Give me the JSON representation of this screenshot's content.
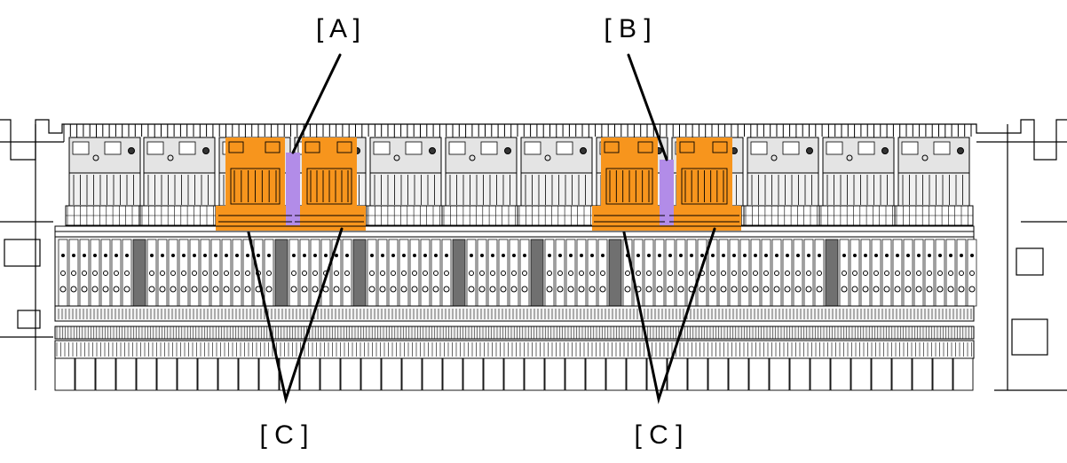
{
  "labels": {
    "a": "[ A ]",
    "b": "[ B ]",
    "c_left": "[ C ]",
    "c_right": "[ C ]"
  },
  "colors": {
    "highlight_c": "#f7951d",
    "highlight_ab": "#b28ce8",
    "line": "#000000",
    "panel_fill": "#e4e4e4",
    "board_fill": "#f4f4f4",
    "dark_fill": "#707070"
  }
}
